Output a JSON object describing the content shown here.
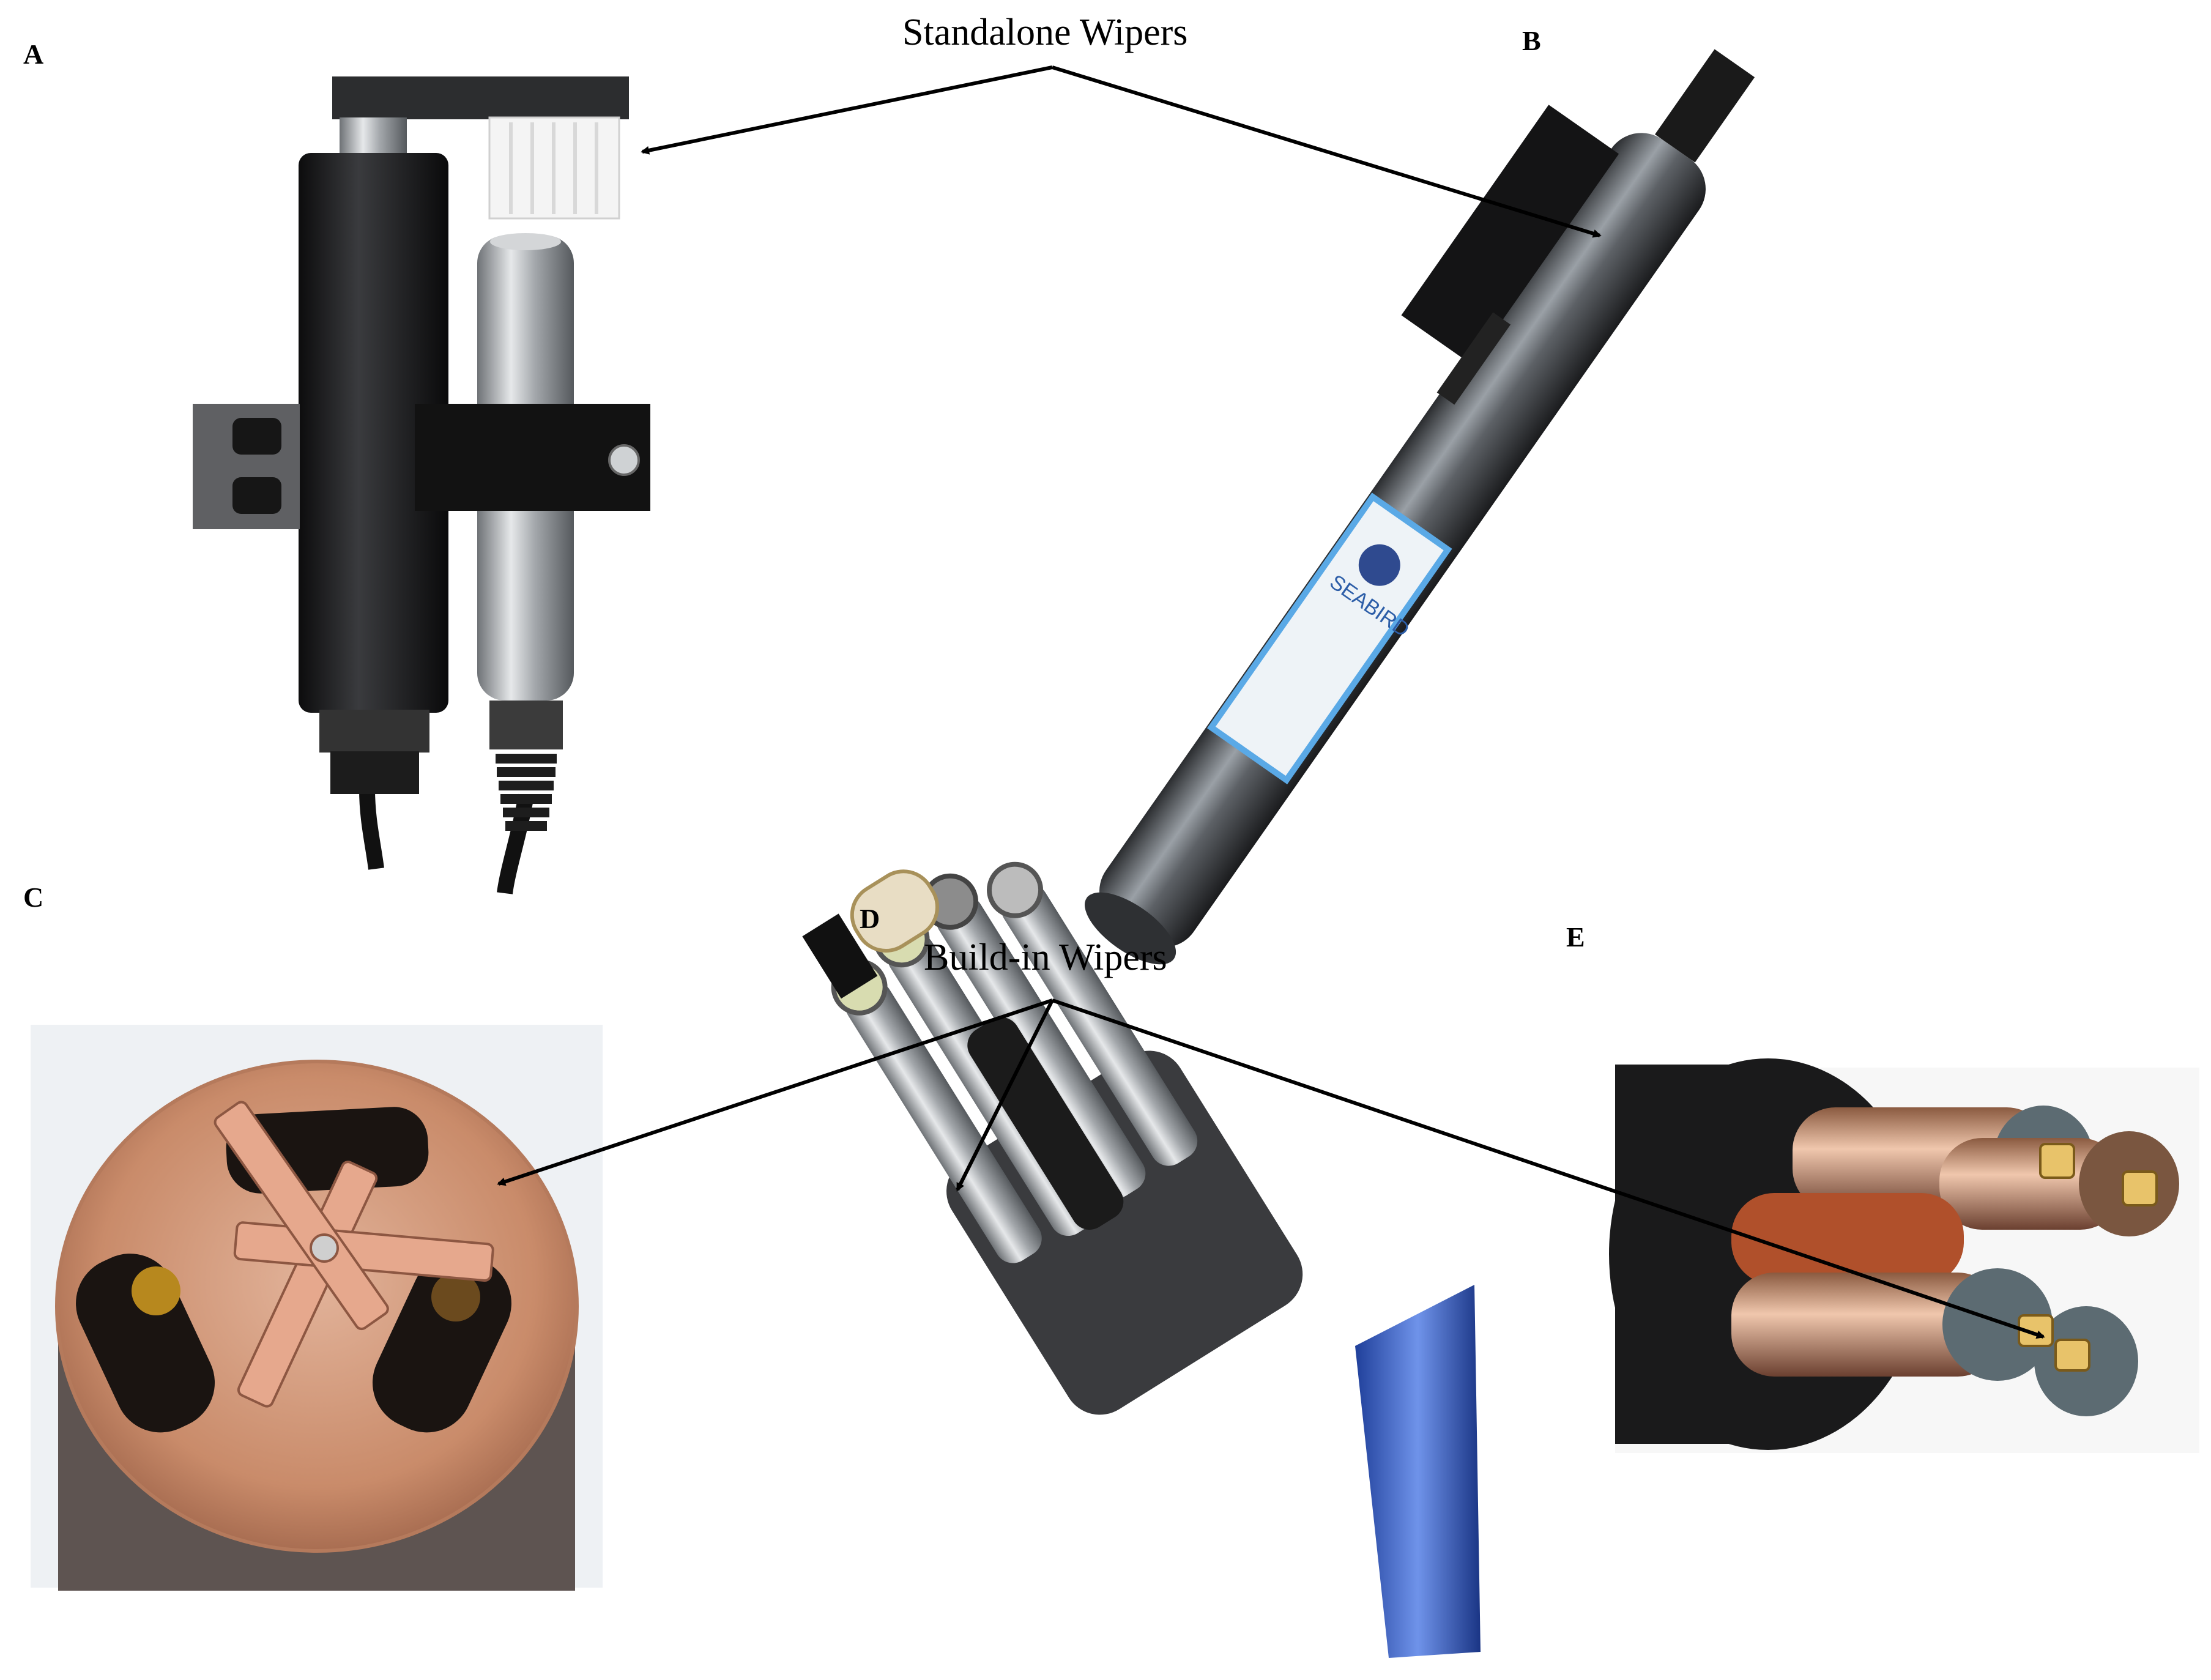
{
  "panels": {
    "a": {
      "label": "A"
    },
    "b": {
      "label": "B"
    },
    "c": {
      "label": "C"
    },
    "d": {
      "label": "D"
    },
    "e": {
      "label": "E"
    }
  },
  "callouts": {
    "standalone": "Standalone Wipers",
    "builtin": "Build-in Wipers"
  },
  "device_b": {
    "brand": "SEABIRD"
  },
  "colors": {
    "black_body": "#1b1b1d",
    "steel": "#b9bcc0",
    "copper": "#c98b6a",
    "brush": "#f3f3f3",
    "blue": "#3a63c6",
    "label_blue": "#5aa9e6"
  }
}
